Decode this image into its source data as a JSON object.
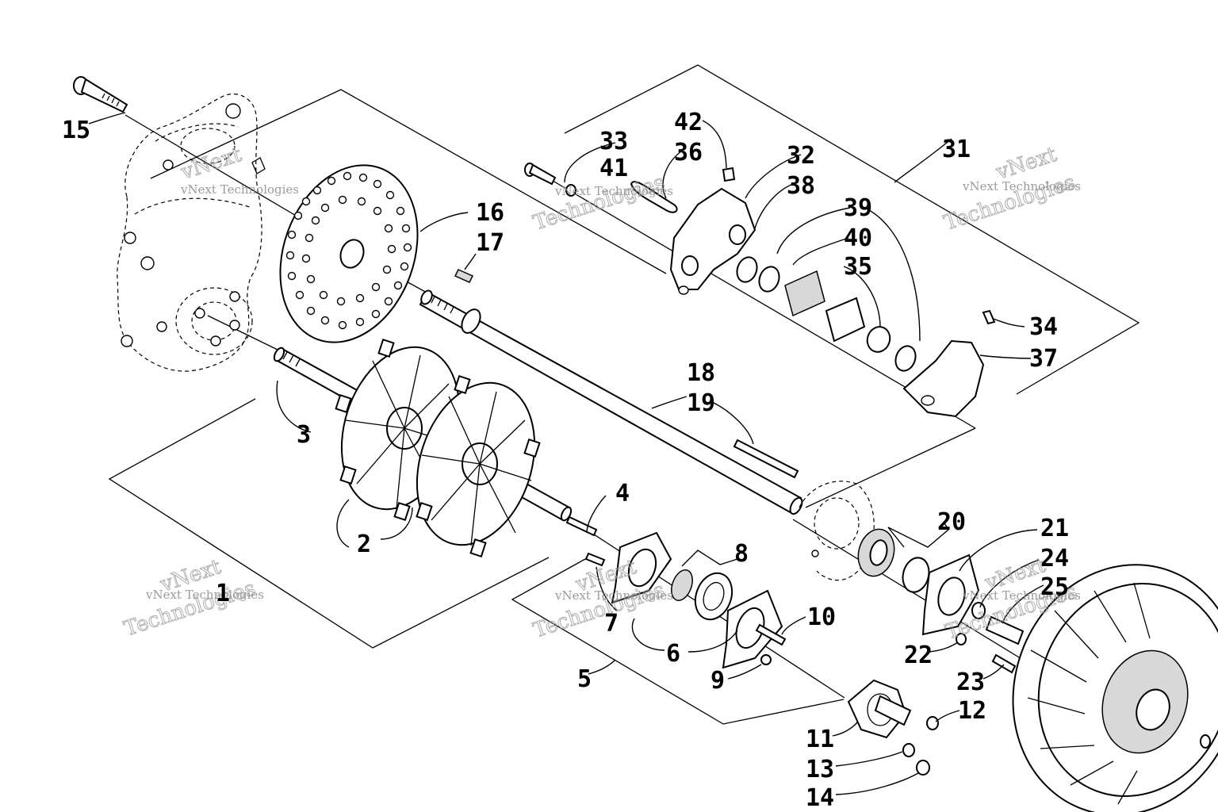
{
  "part_labels": {
    "p1": "1",
    "p2": "2",
    "p3": "3",
    "p4": "4",
    "p5": "5",
    "p6": "6",
    "p7": "7",
    "p8": "8",
    "p9": "9",
    "p10": "10",
    "p11": "11",
    "p12": "12",
    "p13": "13",
    "p14": "14",
    "p15": "15",
    "p16": "16",
    "p17": "17",
    "p18": "18",
    "p19": "19",
    "p20": "20",
    "p21": "21",
    "p22": "22",
    "p23": "23",
    "p24": "24",
    "p25": "25",
    "p31": "31",
    "p32": "32",
    "p33": "33",
    "p34": "34",
    "p35": "35",
    "p36": "36",
    "p37": "37",
    "p38": "38",
    "p39": "39",
    "p40": "40",
    "p41": "41",
    "p42": "42"
  },
  "watermark": {
    "brand": "vNext",
    "line1": "vNext Technologies",
    "line2": "Technologies"
  }
}
